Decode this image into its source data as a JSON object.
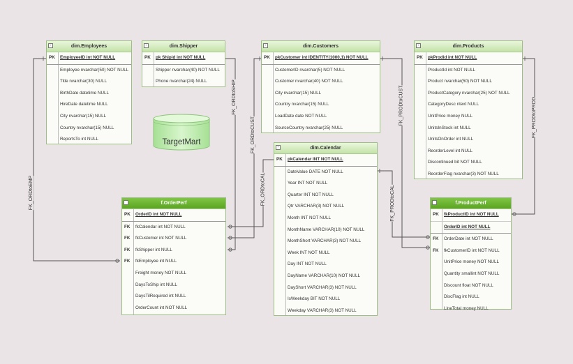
{
  "diagram_title": "TargetMart",
  "tables": {
    "employees": {
      "title": "dim.Employees",
      "pk": {
        "key": "PK",
        "text": "EmployeeID int NOT NULL"
      },
      "rows": [
        {
          "key": "",
          "text": "Employee nvarchar(50) NOT NULL"
        },
        {
          "key": "",
          "text": "Title nvarchar(30) NULL"
        },
        {
          "key": "",
          "text": "BirthDate datetime NULL"
        },
        {
          "key": "",
          "text": "HireDate datetime NULL"
        },
        {
          "key": "",
          "text": "City nvarchar(15) NULL"
        },
        {
          "key": "",
          "text": "Country nvarchar(15) NULL"
        },
        {
          "key": "",
          "text": "ReportsTo int NULL"
        }
      ]
    },
    "shipper": {
      "title": "dim.Shipper",
      "pk": {
        "key": "PK",
        "text": "pk Shipid int NOT NULL"
      },
      "rows": [
        {
          "key": "",
          "text": "Shipper nvarchar(40) NOT NULL"
        },
        {
          "key": "",
          "text": "Phone nvarchar(24)  NULL"
        }
      ]
    },
    "customers": {
      "title": "dim.Customers",
      "pk": {
        "key": "PK",
        "text": "pkCustomer int IDENTITY(1000,1) NOT NULL"
      },
      "rows": [
        {
          "key": "",
          "text": "CustomerID nvarchar(5) NOT NULL"
        },
        {
          "key": "",
          "text": "Customer nvarchar(40) NOT NULL"
        },
        {
          "key": "",
          "text": "City nvarchar(15) NULL"
        },
        {
          "key": "",
          "text": "Country nvarchar(15) NULL"
        },
        {
          "key": "",
          "text": "LoadDate date NOT NULL"
        },
        {
          "key": "",
          "text": "SourceCountry nvarchar(25) NULL"
        }
      ]
    },
    "products": {
      "title": "dim.Products",
      "pk": {
        "key": "PK",
        "text": "pkProdid int NOT NULL"
      },
      "rows": [
        {
          "key": "",
          "text": "ProductId int NOT NULL"
        },
        {
          "key": "",
          "text": "Product nvarchar(50) NOT NULL"
        },
        {
          "key": "",
          "text": "ProductCategory nvarchar(25) NOT NULL"
        },
        {
          "key": "",
          "text": "CategoryDesc ntext NULL"
        },
        {
          "key": "",
          "text": "UnitPrice money NULL"
        },
        {
          "key": "",
          "text": "UnitsInStock int NULL"
        },
        {
          "key": "",
          "text": "UnitsOnOrder int NULL"
        },
        {
          "key": "",
          "text": "ReorderLevel int NULL"
        },
        {
          "key": "",
          "text": "Discontinued bit NOT NULL"
        },
        {
          "key": "",
          "text": "ReorderFlag nvarchar(3) NOT NULL"
        }
      ]
    },
    "calendar": {
      "title": "dim.Calendar",
      "pk": {
        "key": "PK",
        "text": "pkCalendar INT NOT NULL"
      },
      "rows": [
        {
          "key": "",
          "text": "DateValue DATE NOT NULL"
        },
        {
          "key": "",
          "text": "Year INT NOT NULL"
        },
        {
          "key": "",
          "text": "Quarter INT NOT NULL"
        },
        {
          "key": "",
          "text": "Qtr VARCHAR(3) NOT NULL"
        },
        {
          "key": "",
          "text": "Month INT NOT NULL"
        },
        {
          "key": "",
          "text": "MonthName VARCHAR(10) NOT NULL"
        },
        {
          "key": "",
          "text": "MonthShort VARCHAR(3) NOT NULL"
        },
        {
          "key": "",
          "text": "Week INT NOT NULL"
        },
        {
          "key": "",
          "text": "Day INT NOT NULL"
        },
        {
          "key": "",
          "text": "DayName VARCHAR(10) NOT NULL"
        },
        {
          "key": "",
          "text": "DayShort VARCHAR(3) NOT NULL"
        },
        {
          "key": "",
          "text": "IsWeekday BIT NOT NULL"
        },
        {
          "key": "",
          "text": "Weekday VARCHAR(3) NOT NULL"
        }
      ]
    },
    "orderperf": {
      "title": "f.OrderPerf",
      "pk": {
        "key": "PK",
        "text": "OrderID int NOT NULL"
      },
      "rows": [
        {
          "key": "FK",
          "text": "fkCalendar int NOT NULL"
        },
        {
          "key": "FK",
          "text": "fkCustomer int NOT NULL"
        },
        {
          "key": "FK",
          "text": "fkShipper int NULL"
        },
        {
          "key": "FK",
          "text": "fkEmployee int NULL"
        },
        {
          "key": "",
          "text": "Freight money NOT NULL"
        },
        {
          "key": "",
          "text": "DaysToShip int NULL"
        },
        {
          "key": "",
          "text": "DaysTilRequired int NULL"
        },
        {
          "key": "",
          "text": "OrderCount int NOT NULL"
        }
      ]
    },
    "productperf": {
      "title": "f.ProductPerf",
      "pk": {
        "key": "PK",
        "text": "fkProductID int NOT NULL"
      },
      "pk2": {
        "key": "",
        "text": "OrderID int NOT NULL"
      },
      "rows": [
        {
          "key": "FK",
          "text": "OrderDate int NOT NULL"
        },
        {
          "key": "FK",
          "text": "fkCustomerID int NOT NULL"
        },
        {
          "key": "",
          "text": "UnitPrice money NOT NULL"
        },
        {
          "key": "",
          "text": "Quantity smallint NOT NULL"
        },
        {
          "key": "",
          "text": "Discount float NOT NULL"
        },
        {
          "key": "",
          "text": "DiscFlag int NULL"
        },
        {
          "key": "",
          "text": "LineTotal money NULL"
        }
      ]
    }
  },
  "relationships": {
    "emp": "FK_ORDtoEMP",
    "ship": "FK_ORDtoSHIP",
    "cust": "FK_ORDtoCUST",
    "cal": "FK_ORDtoCAL",
    "prodcust": "FK_PRODtoCUST",
    "prodcal": "FK_PRODtoCAL",
    "prodprod": "FK_PRODtoPROD"
  },
  "colors": {
    "background": "#eae4e6",
    "dim_header": "#c4e3a8",
    "fact_header": "#5aa521",
    "border": "#9dbf85",
    "connector": "#555555"
  }
}
